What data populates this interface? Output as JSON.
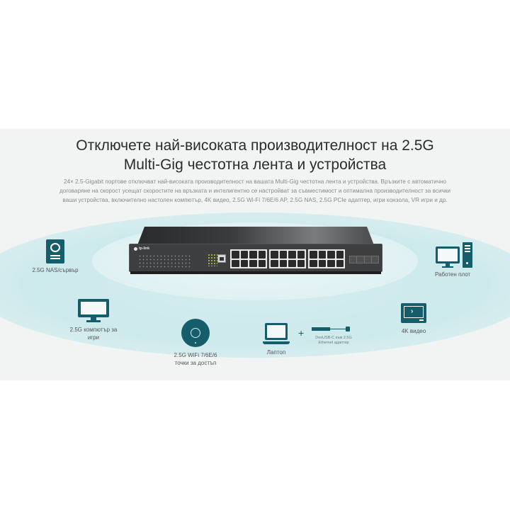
{
  "banner": {
    "title_line1": "Отключете най-високата производителност на 2.5G",
    "title_line2": "Multi-Gig честотна лента и устройства",
    "subtitle": "24× 2.5-Gigabit портове отключват най-високата производителност на вашата Multi-Gig честотна лента и устройства. Връзките с автоматично договаряне на скорост усещат скоростите на връзката и интелигентно се настройват за съвместимост и оптимална производителност за всички ваши устройства, включително настолен компютър, 4K видео, 2.5G Wi-Fi 7/6E/6 AP, 2.5G NAS, 2.5G PCIe адаптер, игри конзола, VR игри и др."
  },
  "switch": {
    "brand": "tp-link",
    "port_blocks": 3,
    "ports_per_block": 8,
    "sfp_ports": 4
  },
  "devices": {
    "nas": {
      "label": "2.5G NAS/сървър",
      "icon": "nas-server-icon"
    },
    "gaming_pc": {
      "label": "2.5G компютър за игри",
      "icon": "monitor-icon"
    },
    "access_point": {
      "label": "2.5G WiFi 7/6E/6 точки за достъп",
      "icon": "access-point-icon"
    },
    "laptop": {
      "label": "Лаптоп",
      "icon": "laptop-icon"
    },
    "plus": "+",
    "adapter": {
      "label": "DesUSB-C към 2.5G Ethernet адаптер",
      "icon": "usb-adapter-icon"
    },
    "video": {
      "label": "4K видео",
      "icon": "video-player-icon"
    },
    "desktop": {
      "label": "Работен плот",
      "icon": "desktop-pc-icon"
    }
  },
  "colors": {
    "accent_teal": "#155d6a",
    "banner_bg": "#f2f3f3",
    "ellipse": "#cbe9ec",
    "title_text": "#2b2b2b",
    "body_text": "#8a8a8a"
  }
}
